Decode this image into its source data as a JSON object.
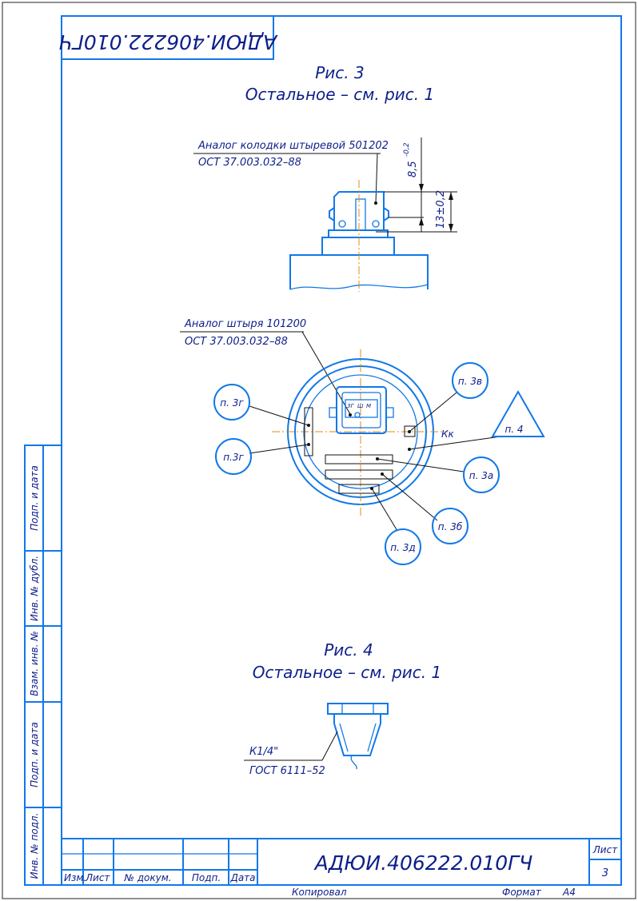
{
  "stamp_top": "АДЮИ.406222.010ГЧ",
  "fig3": {
    "title": "Рис. 3",
    "subtitle": "Остальное – см. рис. 1",
    "connector_note_line1": "Аналог колодки штыревой 501202",
    "connector_note_line2": "ОСТ 37.003.032–88",
    "dim_top": "8,5",
    "dim_top_tol": "-0,2",
    "dim_side": "13±0,2",
    "pin_note_line1": "Аналог штыря 101200",
    "pin_note_line2": "ОСТ 37.003.032–88",
    "pin_mark_left": "3Г",
    "pin_mark_mid": "Ш",
    "pin_mark_right": "М",
    "mark_kk": "Кк",
    "callouts": [
      "п. 3г",
      "п.3г",
      "п. 3в",
      "п. 4",
      "п. 3а",
      "п. 3б",
      "п. 3д"
    ]
  },
  "fig4": {
    "title": "Рис. 4",
    "subtitle": "Остальное – см. рис. 1",
    "thread_line1": "К1/4\"",
    "thread_line2": "ГОСТ 6111–52"
  },
  "side_columns": [
    "Подп. и дата",
    "Инв. № дубл.",
    "Взам. инв. №",
    "Подп. и дата",
    "Инв. № подл."
  ],
  "title_block": {
    "designation": "АДЮИ.406222.010ГЧ",
    "sheet_label": "Лист",
    "sheet_number": "3",
    "col_izm": "Изм.",
    "col_list": "Лист",
    "col_doc": "№ докум.",
    "col_podp": "Подп.",
    "col_data": "Дата"
  },
  "footer": {
    "copied": "Копировал",
    "format_label": "Формат",
    "format_value": "А4"
  }
}
